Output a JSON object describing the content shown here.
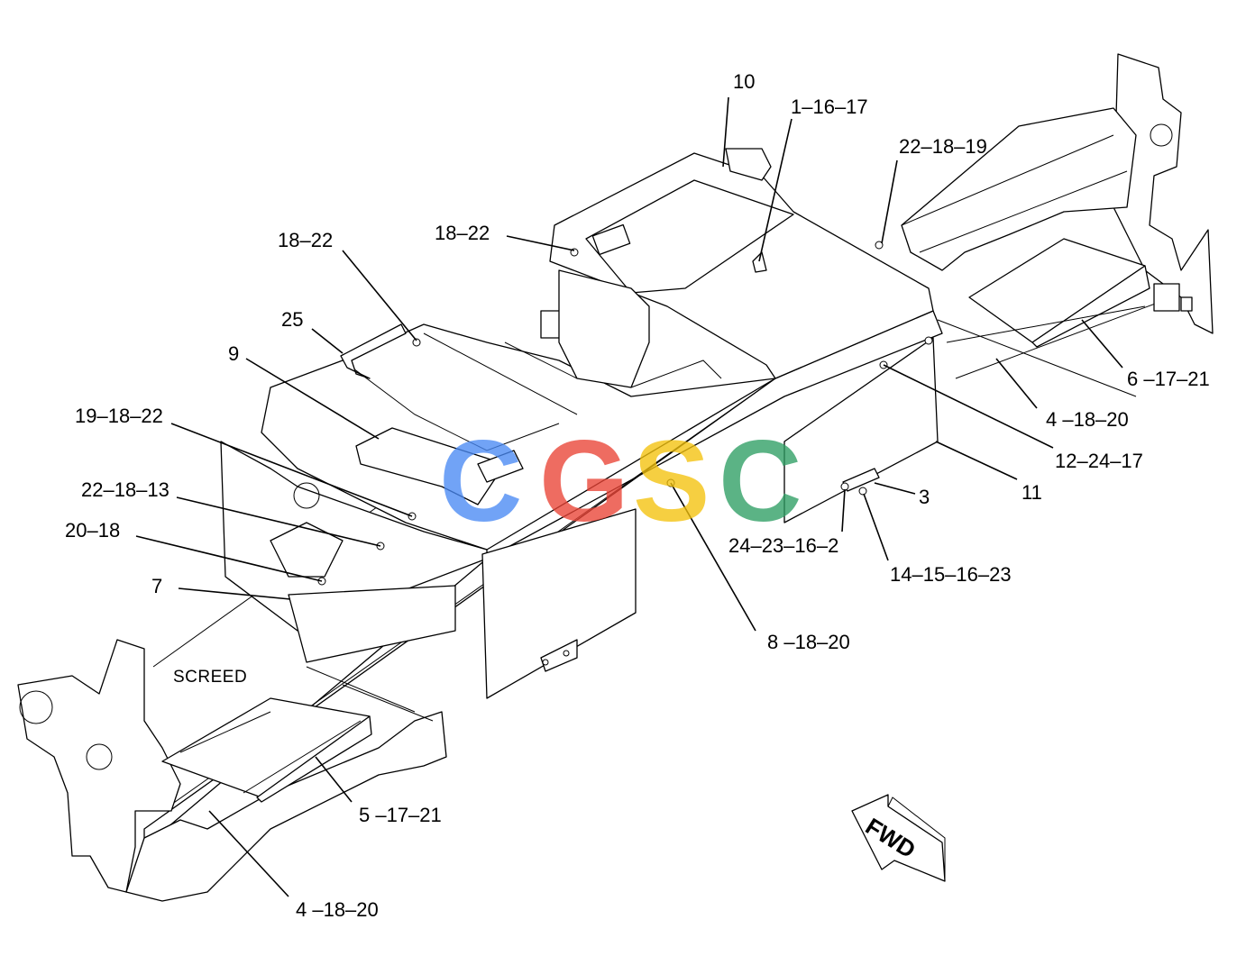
{
  "callouts": {
    "c10": "10",
    "c1_16_17": "1–16–17",
    "c22_18_19": "22–18–19",
    "c18_22_left": "18–22",
    "c18_22_mid": "18–22",
    "c25": "25",
    "c9": "9",
    "c19_18_22": "19–18–22",
    "c22_18_13": "22–18–13",
    "c20_18": "20–18",
    "c7": "7",
    "c6_17_21": "6 –17–21",
    "c4_18_20_right": "4 –18–20",
    "c12_24_17": "12–24–17",
    "c11": "11",
    "c3": "3",
    "c24_23_16_2": "24–23–16–2",
    "c14_15_16_23": "14–15–16–23",
    "c8_18_20": "8 –18–20",
    "c5_17_21": "5 –17–21",
    "c4_18_20_left": "4 –18–20"
  },
  "labels": {
    "screed": "SCREED",
    "fwd": "FWD"
  },
  "watermark": {
    "letters": [
      "C",
      "G",
      "S",
      "C"
    ],
    "colors": [
      "#4a8af4",
      "#ea4335",
      "#f4c20d",
      "#2e9e63"
    ]
  }
}
